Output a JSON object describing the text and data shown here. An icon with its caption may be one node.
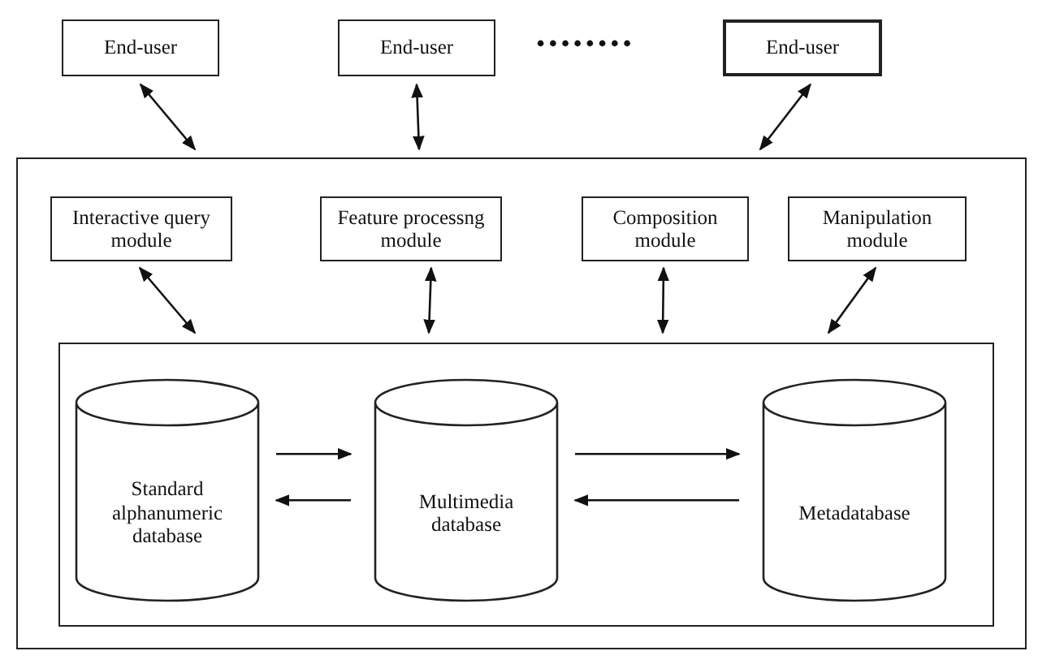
{
  "diagram": {
    "nodes": [
      {
        "text": [
          "End-user"
        ]
      },
      {
        "text": [
          "End-user"
        ]
      },
      {
        "text": [
          "End-user"
        ]
      },
      {
        "text": [],
        "shape": "box"
      },
      {
        "text": [
          "Interactive query module"
        ],
        "in": 3
      },
      {
        "text": [
          "Feature processng module"
        ],
        "in": 3
      },
      {
        "text": [
          "Composition module"
        ],
        "in": 3
      },
      {
        "text": [
          "Manipulation module"
        ],
        "in": 3
      },
      {
        "text": [],
        "shape": "box",
        "in": 3
      },
      {
        "text": [
          "Standard alphanumeric database"
        ],
        "in": 8
      },
      {
        "text": [
          "Multimedia database"
        ],
        "in": 8
      },
      {
        "text": [
          "Metadatabase"
        ],
        "in": 8
      }
    ],
    "edges": [
      {
        "from": 0,
        "to": 3,
        "arrow": "both"
      },
      {
        "from": 1,
        "to": 3,
        "arrow": "both"
      },
      {
        "from": 2,
        "to": 3,
        "arrow": "both"
      },
      {
        "from": 4,
        "to": 8,
        "arrow": "both"
      },
      {
        "from": 5,
        "to": 8,
        "arrow": "both"
      },
      {
        "from": 6,
        "to": 8,
        "arrow": "both"
      },
      {
        "from": 7,
        "to": 8,
        "arrow": "both"
      },
      {
        "from": 9,
        "to": 10,
        "arrow": "to"
      },
      {
        "from": 10,
        "to": 9,
        "arrow": "to"
      },
      {
        "from": 10,
        "to": 11,
        "arrow": "to"
      },
      {
        "from": 11,
        "to": 10,
        "arrow": "to"
      }
    ],
    "labels": [
      "••••••••"
    ]
  }
}
